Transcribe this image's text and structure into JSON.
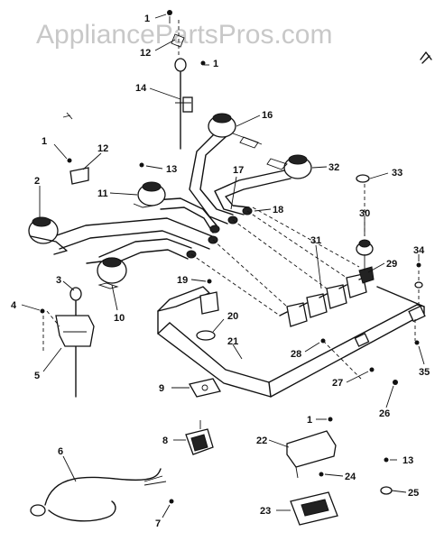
{
  "watermark": "AppliancePartsPros.com",
  "callouts": [
    "1",
    "12",
    "1",
    "14",
    "16",
    "1",
    "12",
    "13",
    "17",
    "32",
    "33",
    "18",
    "2",
    "11",
    "30",
    "31",
    "29",
    "34",
    "3",
    "10",
    "19",
    "20",
    "4",
    "5",
    "21",
    "28",
    "27",
    "35",
    "9",
    "26",
    "6",
    "8",
    "22",
    "1",
    "13",
    "24",
    "25",
    "23",
    "7"
  ]
}
